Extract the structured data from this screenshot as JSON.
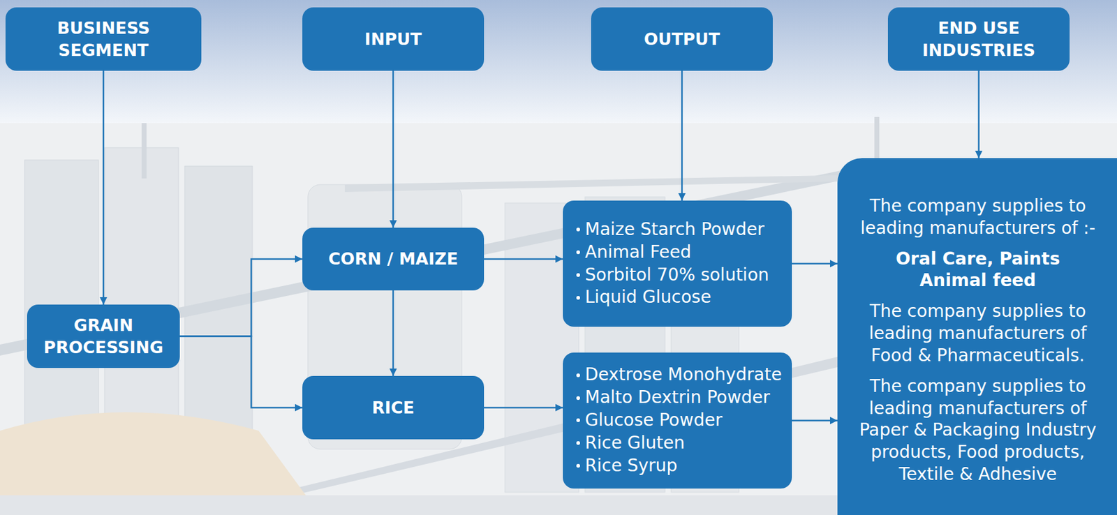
{
  "diagram": {
    "nodes": [
      {
        "text": [
          "BUSINESS SEGMENT"
        ]
      },
      {
        "text": [
          "INPUT"
        ]
      },
      {
        "text": [
          "OUTPUT"
        ]
      },
      {
        "text": [
          "END USE INDUSTRIES"
        ]
      },
      {
        "text": [
          "GRAIN PROCESSING"
        ]
      },
      {
        "text": [
          "CORN / MAIZE"
        ]
      },
      {
        "text": [
          "RICE"
        ]
      },
      {
        "text": [
          "Maize Starch Powder",
          "Animal Feed",
          "Sorbitol 70% solution",
          "Liquid Glucose"
        ]
      },
      {
        "text": [
          "Dextrose Monohydrate",
          "Malto Dextrin Powder",
          "Glucose Powder",
          "Rice Gluten",
          "Rice Syrup"
        ]
      },
      {
        "text": [
          "The company supplies to leading manufacturers of :-",
          "Oral Care, Paints Animal feed",
          "The company supplies to leading manufacturers of Food & Pharmaceuticals.",
          "The company supplies to leading manufacturers of Paper & Packaging Industry products, Food products, Textile & Adhesive"
        ]
      }
    ],
    "edges": [
      {
        "from": 0,
        "to": 4,
        "arrow": "to"
      },
      {
        "from": 1,
        "to": 5,
        "arrow": "to"
      },
      {
        "from": 2,
        "to": 7,
        "arrow": "to"
      },
      {
        "from": 3,
        "to": 9,
        "arrow": "to"
      },
      {
        "from": 4,
        "to": 5,
        "arrow": "to"
      },
      {
        "from": 4,
        "to": 6,
        "arrow": "to"
      },
      {
        "from": 5,
        "to": 6,
        "arrow": "to"
      },
      {
        "from": 5,
        "to": 7,
        "arrow": "to"
      },
      {
        "from": 6,
        "to": 8,
        "arrow": "to"
      },
      {
        "from": 7,
        "to": 9,
        "arrow": "to"
      },
      {
        "from": 8,
        "to": 9,
        "arrow": "to"
      }
    ]
  }
}
